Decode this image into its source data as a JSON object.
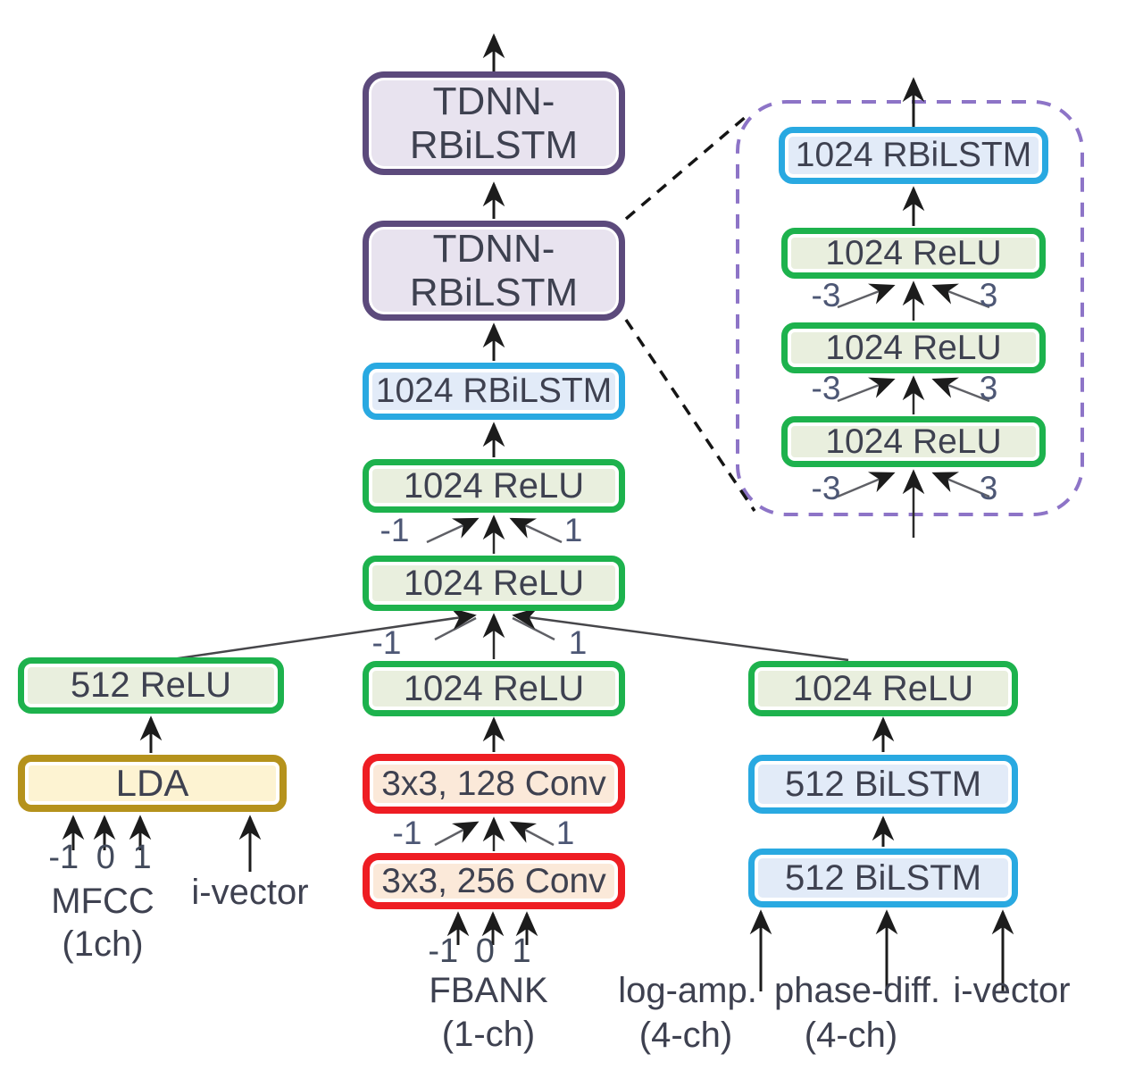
{
  "colors": {
    "purple_border": "#5c4a7c",
    "purple_fill": "#e8e3ef",
    "blue_border": "#29a9e1",
    "blue_fill": "#e2ebf8",
    "green_border": "#1db24d",
    "green_fill": "#e9efde",
    "red_border": "#ee1d23",
    "red_fill": "#fbe9d9",
    "gold_border": "#b5921c",
    "gold_fill": "#fdf3d2",
    "panel_dash_border": "#8d74c7",
    "connector_black": "#1c1c1c",
    "text": "#3e4150"
  },
  "trunk": {
    "tdnn_top_line1": "TDNN-",
    "tdnn_top_line2": "RBiLSTM",
    "tdnn_mid_line1": "TDNN-",
    "tdnn_mid_line2": "RBiLSTM",
    "rbilstm": "1024 RBiLSTM",
    "relu_upper": "1024 ReLU",
    "relu_lower": "1024 ReLU",
    "splice1_left": "-1",
    "splice1_right": "1",
    "splice2_left": "-1",
    "splice2_right": "1"
  },
  "left_branch": {
    "relu": "512 ReLU",
    "lda": "LDA",
    "context": "-1 0 1",
    "input_name": "MFCC",
    "input_channels": "(1ch)",
    "ivector": "i-vector"
  },
  "mid_branch": {
    "relu": "1024 ReLU",
    "conv_upper": "3x3, 128 Conv",
    "conv_lower": "3x3, 256 Conv",
    "splice_left": "-1",
    "splice_right": "1",
    "context": "-1 0 1",
    "input_name": "FBANK",
    "input_channels": "(1-ch)"
  },
  "right_branch": {
    "relu": "1024 ReLU",
    "bilstm_upper": "512 BiLSTM",
    "bilstm_lower": "512 BiLSTM",
    "input1_name": "log-amp.",
    "input1_channels": "(4-ch)",
    "input2_name": "phase-diff.",
    "input2_channels": "(4-ch)",
    "input3_name": "i-vector"
  },
  "detail_panel": {
    "rbilstm": "1024 RBiLSTM",
    "relu1": "1024 ReLU",
    "relu2": "1024 ReLU",
    "relu3": "1024 ReLU",
    "splice1_left": "-3",
    "splice1_right": "3",
    "splice2_left": "-3",
    "splice2_right": "3",
    "splice3_left": "-3",
    "splice3_right": "3"
  }
}
